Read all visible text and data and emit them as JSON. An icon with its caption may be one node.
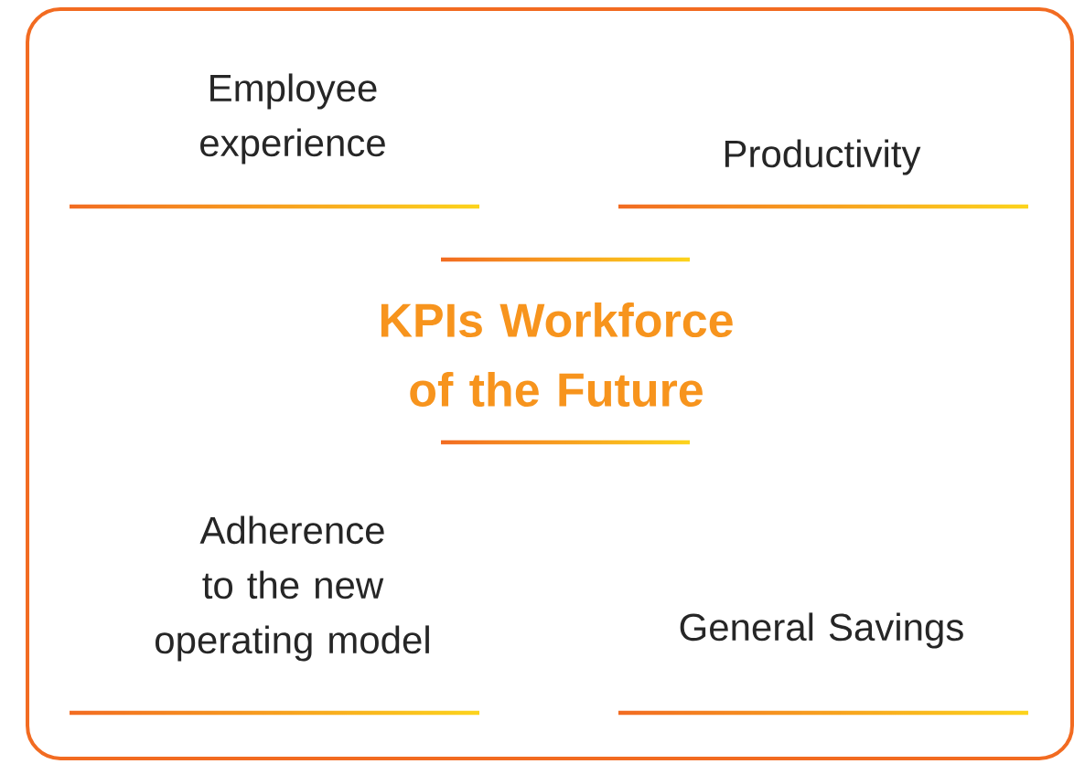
{
  "diagram": {
    "title": "KPIs Workforce of the Future",
    "labels": [
      "Employee experience",
      "Productivity",
      "Adherence to the new operating model",
      "General Savings"
    ]
  }
}
